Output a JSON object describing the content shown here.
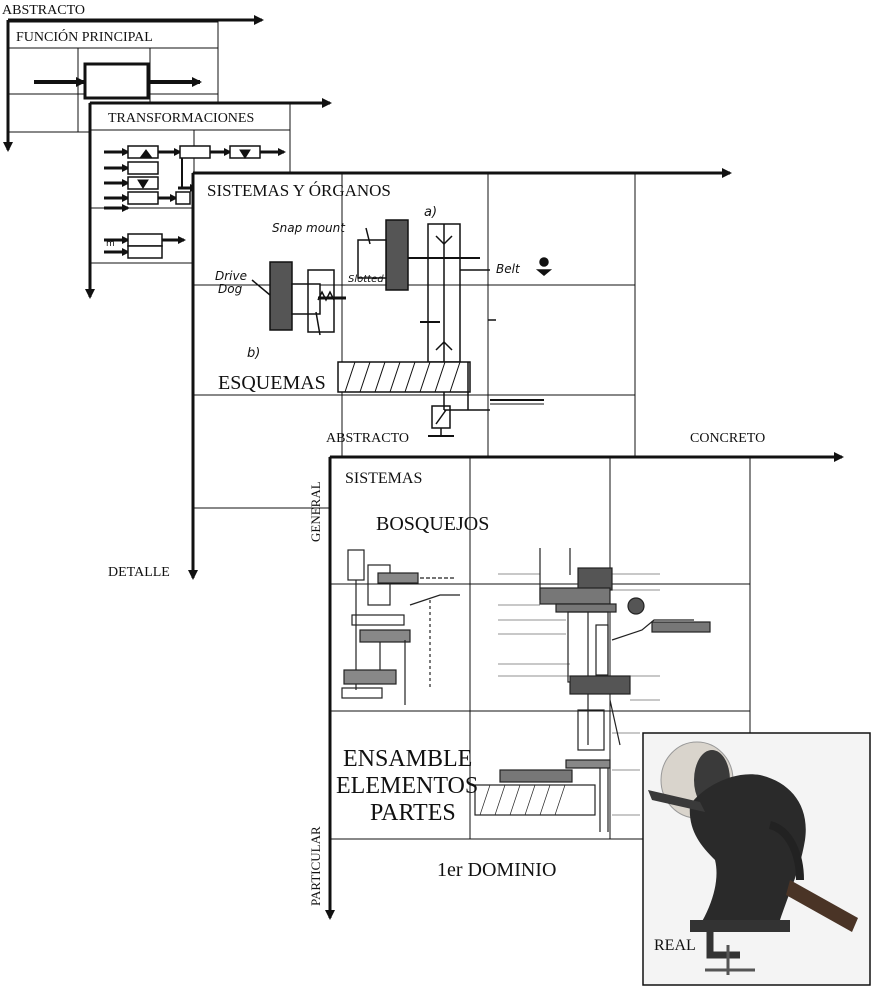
{
  "layers": {
    "layer1": {
      "axis_label": "ABSTRACTO",
      "title": "FUNCIÓN PRINCIPAL"
    },
    "layer2": {
      "title": "TRANSFORMACIONES"
    },
    "layer3": {
      "title": "SISTEMAS Y ÓRGANOS",
      "subtitle": "ESQUEMAS",
      "axis_label_bottom": "DETALLE"
    },
    "layer4": {
      "axis_left_label": "ABSTRACTO",
      "axis_right_label": "CONCRETO",
      "vertical_top_label": "GENERAL",
      "vertical_bottom_label": "PARTICULAR",
      "row1": "SISTEMAS",
      "row2": "BOSQUEJOS",
      "row3_line1": "ENSAMBLE",
      "row3_line2": "ELEMENTOS",
      "row3_line3": "PARTES",
      "domain_label": "1er DOMINIO"
    }
  },
  "sketch_notes": {
    "snap_mount": "Snap mount",
    "drive_dog": "Drive",
    "drive_dog2": "Dog",
    "belt": "Belt",
    "a": "a)",
    "b": "b)",
    "slotted": "Slotted"
  },
  "photo": {
    "label": "REAL"
  },
  "colors": {
    "ink": "#111111",
    "paper": "#ffffff",
    "photo_bg": "#f2f2f2"
  }
}
